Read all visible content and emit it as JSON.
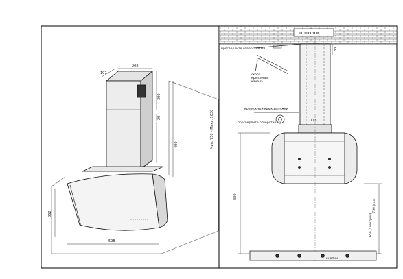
{
  "left_view": {
    "dims": {
      "duct_depth": "197",
      "duct_width": "208",
      "upper_height": "300",
      "gap": "20",
      "lower_height": "400",
      "total_height": "Мин. 750 – Макс. 1030",
      "hood_height": "362",
      "hood_width": "598"
    }
  },
  "right_view": {
    "ceiling_label": "потолок",
    "labels": {
      "through_hole_top": "просверлите отверстие Ø8",
      "bracket_note": "скоба\nкрепления\nканалa",
      "hook_label": "крепежный крюк вытяжки",
      "through_hole_mid": "просверлите отверстие Ø8",
      "buttons": "кнопки"
    },
    "dims": {
      "bracket_span": "150",
      "top_offset": "33",
      "hook_span": "118",
      "height_total": "880",
      "height_hob": "650 (электрич)\n750 (газ)"
    }
  }
}
